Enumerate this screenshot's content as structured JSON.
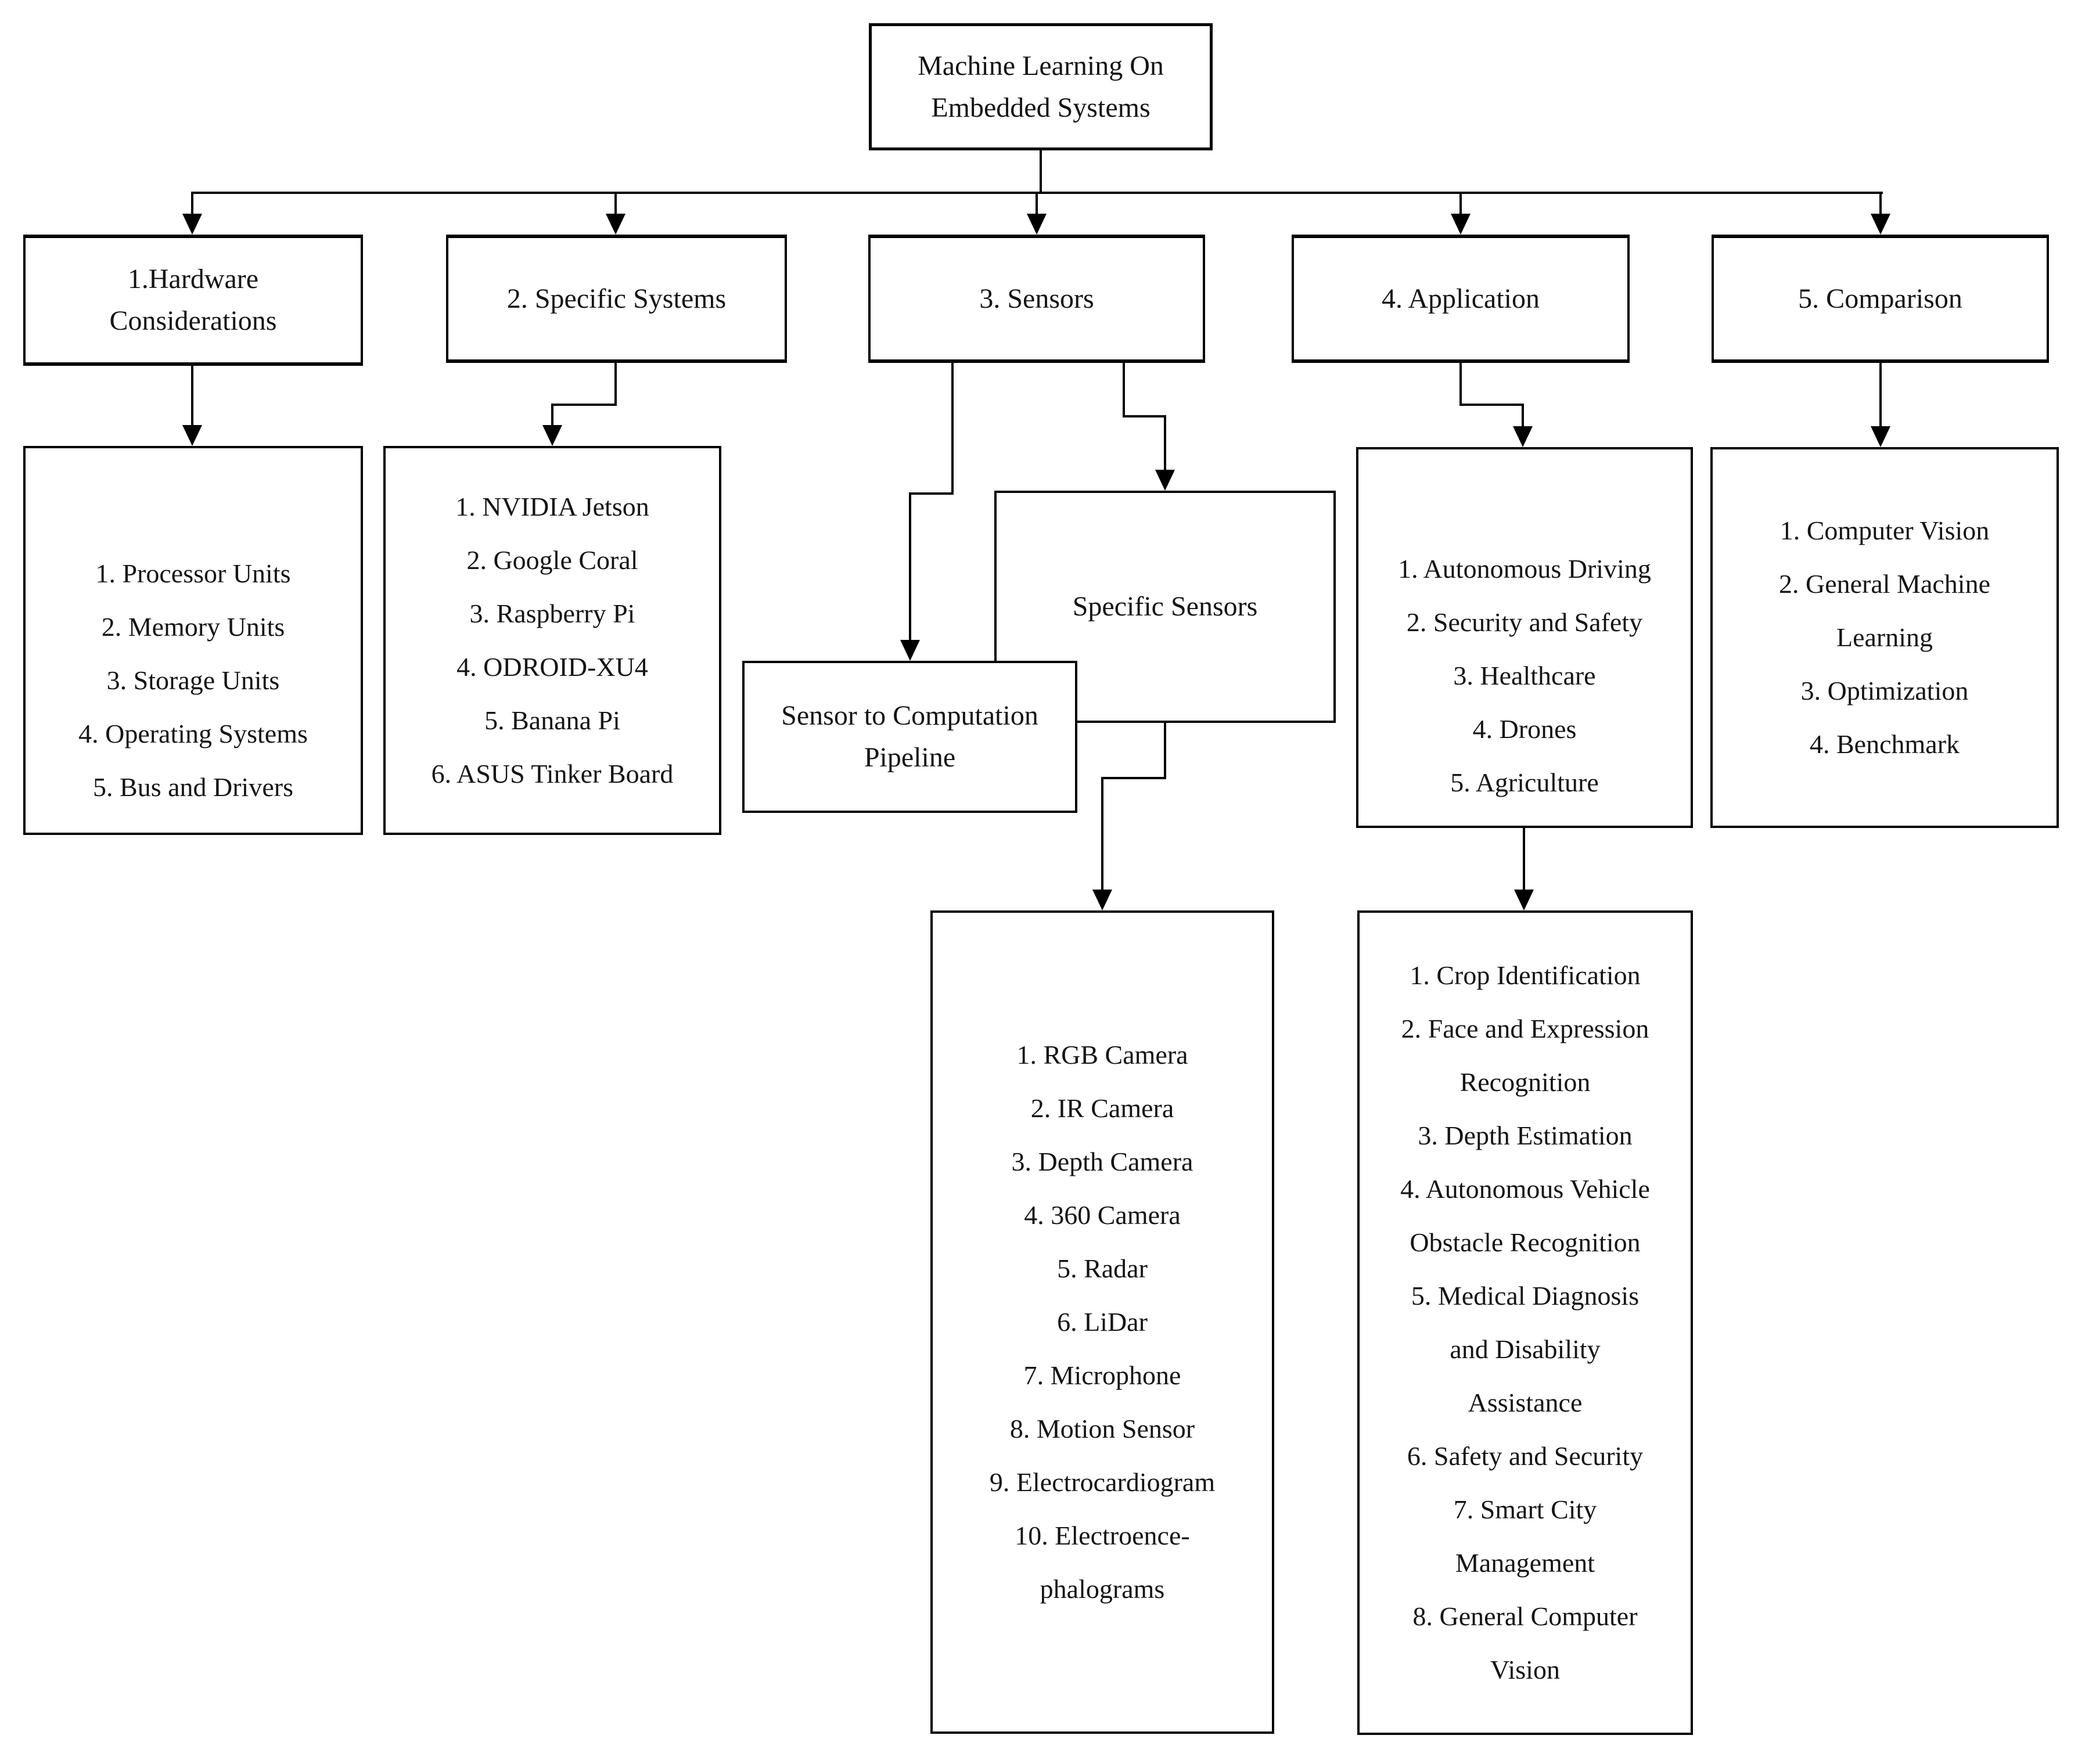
{
  "diagram": {
    "root": {
      "label": "Machine Learning On\nEmbedded Systems"
    },
    "branches": {
      "hardware": {
        "label": "1.Hardware\nConsiderations"
      },
      "specific_systems": {
        "label": "2. Specific Systems"
      },
      "sensors": {
        "label": "3. Sensors"
      },
      "application": {
        "label": "4. Application"
      },
      "comparison": {
        "label": "5. Comparison"
      }
    },
    "hardware_list": {
      "items": [
        "1. Processor Units",
        "2. Memory Units",
        "3. Storage Units",
        "4. Operating Systems",
        "5. Bus and Drivers"
      ]
    },
    "specific_systems_list": {
      "items": [
        "1. NVIDIA Jetson",
        "2. Google Coral",
        "3. Raspberry Pi",
        "4. ODROID-XU4",
        "5. Banana Pi",
        "6. ASUS Tinker Board"
      ]
    },
    "sensor_pipeline": {
      "label": "Sensor to Computation\nPipeline"
    },
    "specific_sensors": {
      "label": "Specific Sensors"
    },
    "specific_sensors_list": {
      "items": [
        "1. RGB Camera",
        "2. IR Camera",
        "3. Depth Camera",
        "4. 360 Camera",
        "5. Radar",
        "6. LiDar",
        "7. Microphone",
        "8. Motion Sensor",
        "9. Electrocardiogram",
        "10. Electroence-\nphalograms"
      ]
    },
    "application_list": {
      "items": [
        "1. Autonomous Driving",
        "2. Security and Safety",
        "3. Healthcare",
        "4. Drones",
        "5. Agriculture"
      ]
    },
    "application_sublist": {
      "items": [
        "1. Crop Identification",
        "2. Face and Expression\nRecognition",
        "3. Depth Estimation",
        "4. Autonomous Vehicle\nObstacle Recognition",
        "5. Medical Diagnosis\nand Disability\nAssistance",
        "6. Safety and Security",
        "7. Smart City\nManagement",
        "8. General Computer\nVision"
      ]
    },
    "colors": {
      "line": "#000000",
      "border": "#000000",
      "text": "#141414",
      "background": "#ffffff"
    }
  }
}
